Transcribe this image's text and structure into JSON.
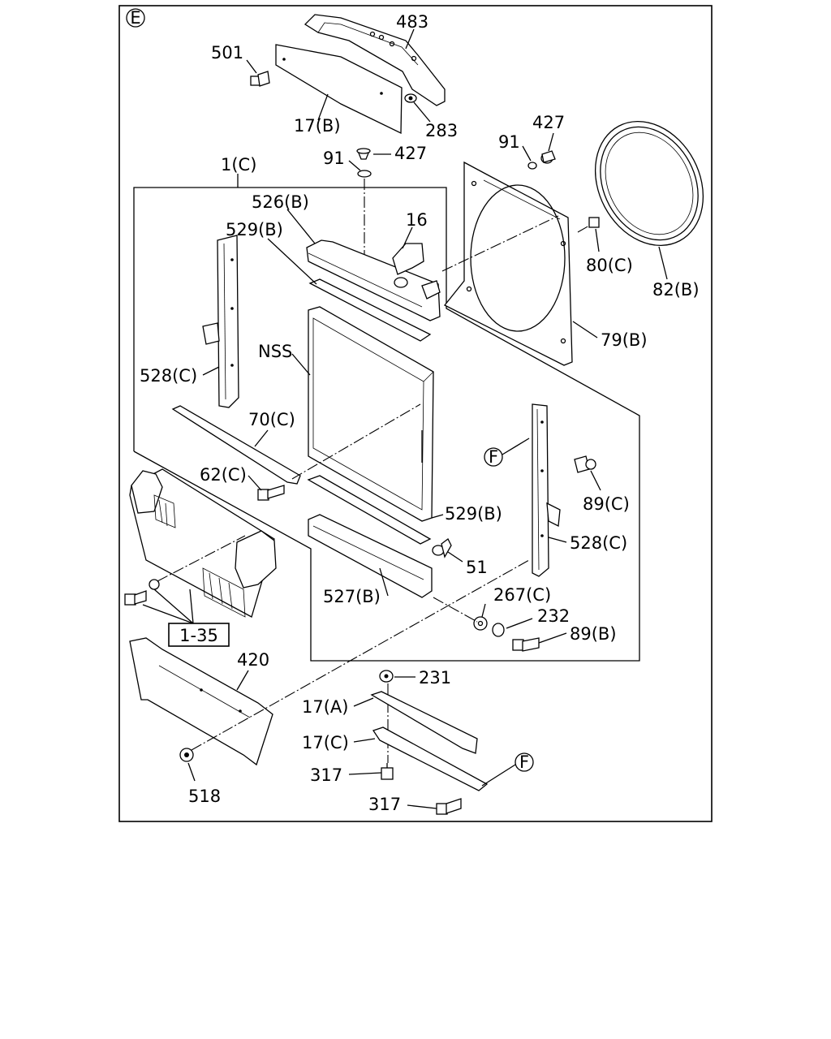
{
  "diagram": {
    "section_marker": "E",
    "reference_box": "1-35",
    "callouts": {
      "c483": "483",
      "c501": "501",
      "c17b": "17(B)",
      "c283": "283",
      "c427a": "427",
      "c91a": "91",
      "c427b": "427",
      "c91b": "91",
      "c1c": "1(C)",
      "c526b": "526(B)",
      "c529b_top": "529(B)",
      "c16": "16",
      "c80c": "80(C)",
      "c82b": "82(B)",
      "c79b": "79(B)",
      "cnss": "NSS",
      "c528c_left": "528(C)",
      "c70c": "70(C)",
      "c62c": "62(C)",
      "cf_top": "F",
      "c89c": "89(C)",
      "c529b_bottom": "529(B)",
      "c528c_right": "528(C)",
      "c51": "51",
      "c527b": "527(B)",
      "c267c": "267(C)",
      "c232": "232",
      "c89b": "89(B)",
      "c420": "420",
      "c231": "231",
      "c17a": "17(A)",
      "c17c": "17(C)",
      "c317a": "317",
      "c317b": "317",
      "c518": "518",
      "cf_bottom": "F"
    }
  }
}
